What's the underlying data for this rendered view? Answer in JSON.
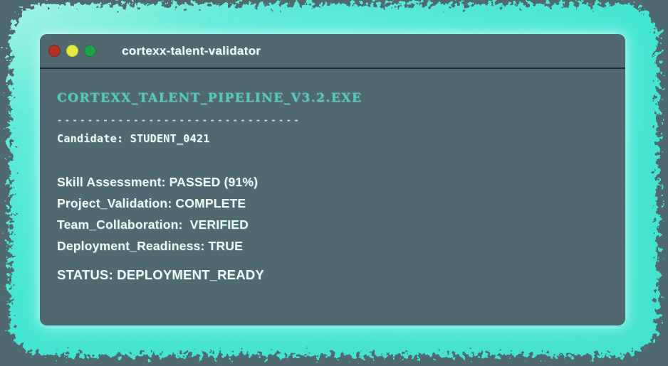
{
  "window": {
    "title": "cortexx-talent-validator",
    "traffic_lights": [
      {
        "name": "close-button",
        "color": "#b32d22"
      },
      {
        "name": "minimize-button",
        "color": "#e5ec3b"
      },
      {
        "name": "maximize-button",
        "color": "#1f9e48"
      }
    ]
  },
  "terminal": {
    "heading": "CORTEXX_TALENT_PIPELINE_V3.2.EXE",
    "separator": "--------------------------------",
    "candidate_line": "Candidate: STUDENT_0421",
    "results": [
      "Skill Assessment: PASSED (91%)",
      "Project_Validation: COMPLETE",
      "Team_Collaboration:  VERIFIED",
      "Deployment_Readiness: TRUE"
    ],
    "status_line": "STATUS: DEPLOYMENT_READY"
  },
  "colors": {
    "page_background": "#4d676e",
    "window_background": "#4d676e",
    "glow_accent": "#41e8d2",
    "heading_text": "#4ccdc2",
    "body_text": "#f2f6f6",
    "separator_dash": "#d6e6e4",
    "titlebar_divider": "#1d282c",
    "dot_red": "#b32d22",
    "dot_yellow": "#e5ec3b",
    "dot_green": "#1f9e48"
  }
}
